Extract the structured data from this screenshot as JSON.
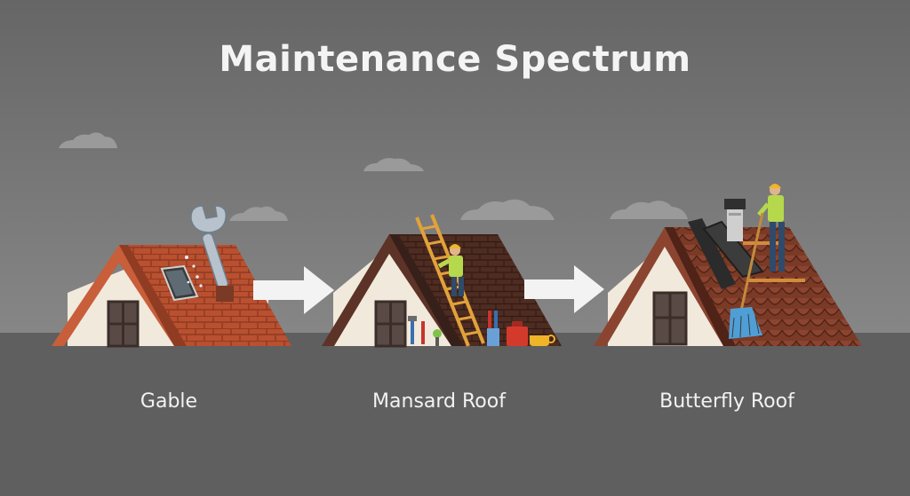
{
  "title": "Maintenance Spectrum",
  "stages": [
    {
      "label": "Gable"
    },
    {
      "label": "Mansard Roof"
    },
    {
      "label": "Butterfly Roof"
    }
  ],
  "icons": [
    "wrench-icon",
    "ladder-icon",
    "tools-icon",
    "broom-icon",
    "chimney-icon"
  ],
  "colors": {
    "sky": "#7a7a7a",
    "ground": "#5f5f5f",
    "wall": "#f1e9dc",
    "roof_red": "#b9502f",
    "roof_dark": "#4e2c22",
    "roof_brown": "#6e3524",
    "arrow": "#f3f3f3"
  }
}
